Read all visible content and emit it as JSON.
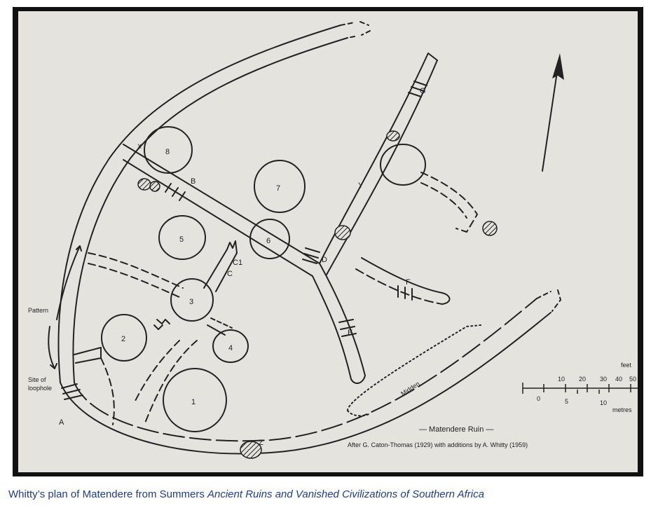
{
  "caption": {
    "lead": "Whitty’s plan of Matendere from Summers ",
    "book_title": "Ancient Ruins and Vanished Civilizations of Southern Africa"
  },
  "plan": {
    "title": "— Matendere Ruin —",
    "credit": "After G. Caton-Thomas (1929) with additions by A. Whitty (1959)",
    "enclosures": [
      "1",
      "2",
      "3",
      "4",
      "5",
      "6",
      "7",
      "8"
    ],
    "entrances": [
      "A",
      "B",
      "C",
      "C1",
      "D",
      "E",
      "F",
      "G",
      "X",
      "Y",
      "Z"
    ],
    "annotations": {
      "pattern": "Pattern",
      "loophole_line1": "Site of",
      "loophole_line2": "loophole",
      "midden": "Midden"
    },
    "scale": {
      "feet_label": "feet",
      "feet_ticks": [
        "10",
        "20",
        "30",
        "40",
        "50"
      ],
      "metres_label": "metres",
      "metres_ticks": [
        "0",
        "5",
        "10"
      ]
    }
  },
  "colors": {
    "caption_text": "#1f3d8a",
    "paper": "#e4e3de",
    "ink": "#222222",
    "frame": "#111111"
  }
}
